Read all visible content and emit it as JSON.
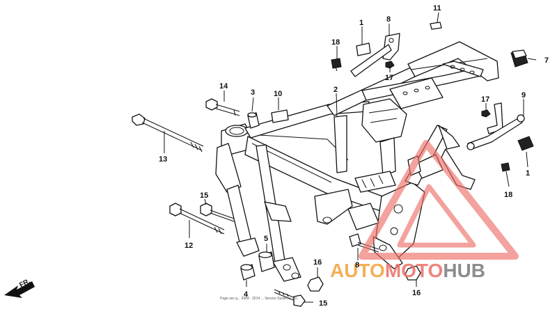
{
  "callouts": {
    "c1a": "1",
    "c1b": "1",
    "c2": "2",
    "c3": "3",
    "c4": "4",
    "c5": "5",
    "c7": "7",
    "c8a": "8",
    "c8b": "8",
    "c9": "9",
    "c10": "10",
    "c11": "11",
    "c12": "12",
    "c13": "13",
    "c14": "14",
    "c15a": "15",
    "c15b": "15",
    "c16a": "16",
    "c16b": "16",
    "c17a": "17",
    "c17b": "17",
    "c18a": "18",
    "c18b": "18"
  },
  "direction_label": "FR.",
  "watermark": {
    "part1": "AUTO",
    "part2": "MOTO",
    "part3": "HUB"
  },
  "credit": "Page sec g... 2004 - 2014 ... Service Systems, Inc.",
  "colors": {
    "watermark_orange": "#f3a23a",
    "watermark_red": "#ec6e66",
    "watermark_gray": "#7a7a7a",
    "line": "#111111"
  }
}
